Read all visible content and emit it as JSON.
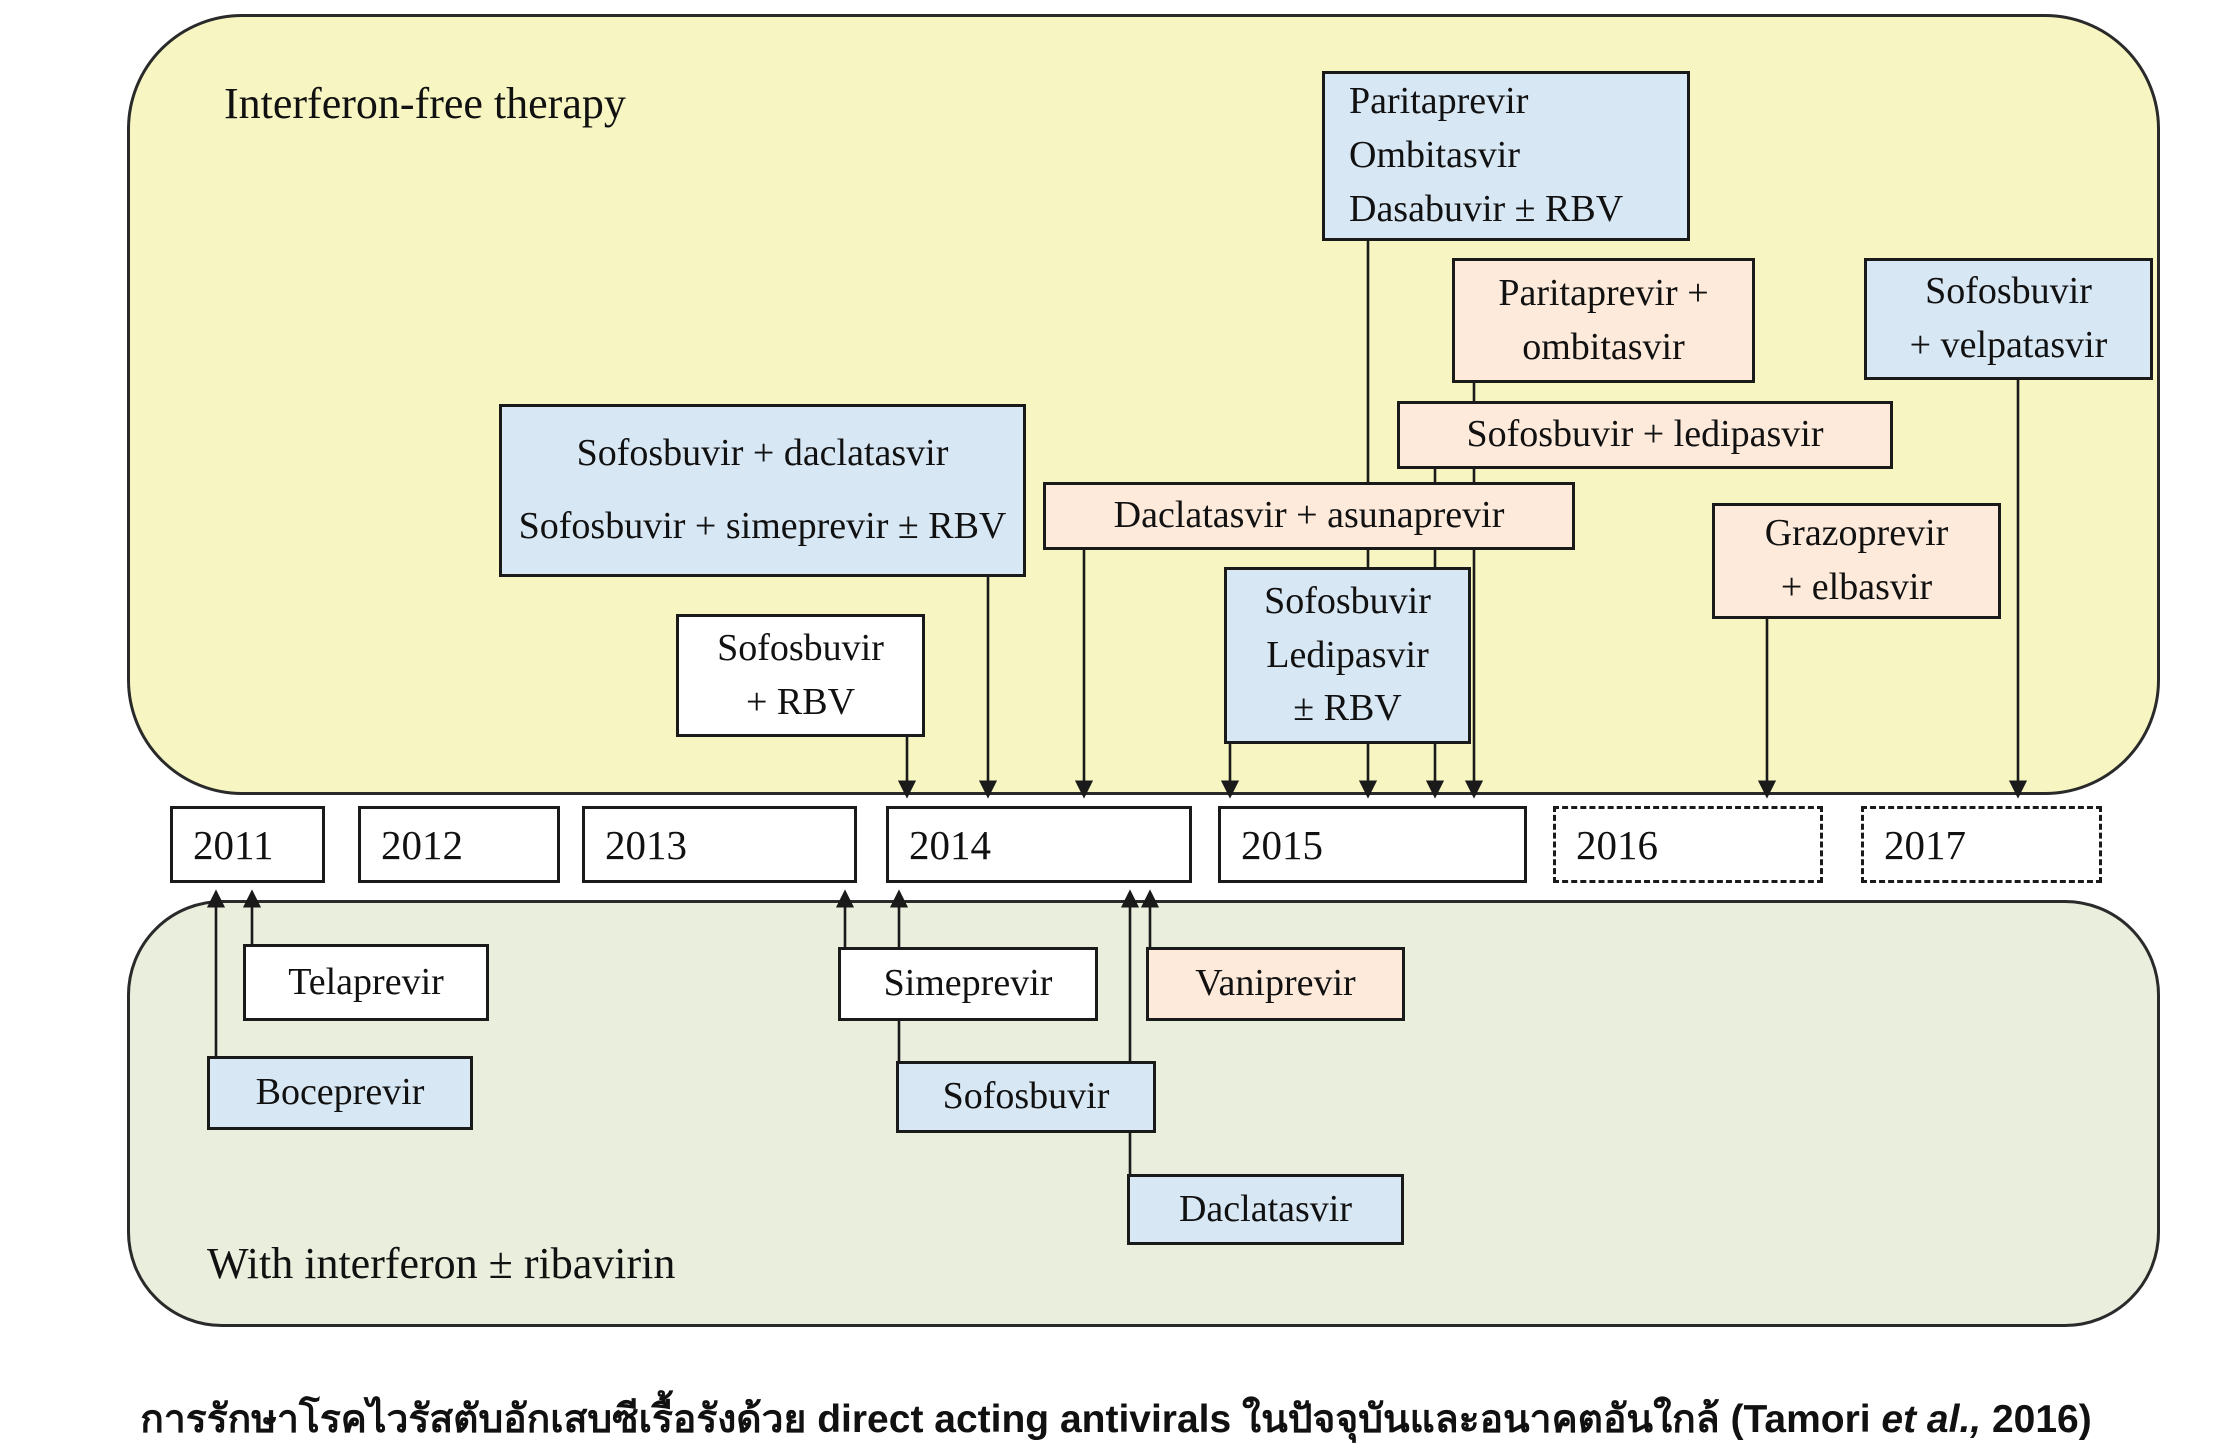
{
  "regions": {
    "interferon_free": {
      "label": "Interferon-free therapy"
    },
    "with_interferon": {
      "label": "With interferon ± ribavirin"
    }
  },
  "timeline": {
    "years": [
      "2011",
      "2012",
      "2013",
      "2014",
      "2015",
      "2016",
      "2017"
    ]
  },
  "colors": {
    "top_region_bg": "#f7f6c2",
    "bottom_region_bg": "#e9eedd",
    "box_blue": "#d8e7f4",
    "box_peach": "#fdeadb",
    "box_white": "#ffffff",
    "border": "#1a1a1a"
  },
  "top_boxes": [
    {
      "id": "paritaprevir-ombitasvir-dasabuvir",
      "lines": [
        "Paritaprevir",
        "Ombitasvir",
        "Dasabuvir ± RBV"
      ]
    },
    {
      "id": "paritaprevir-plus-ombitasvir",
      "lines": [
        "Paritaprevir +",
        "ombitasvir"
      ]
    },
    {
      "id": "sofosbuvir-velpatasvir",
      "lines": [
        "Sofosbuvir",
        "+ velpatasvir"
      ]
    },
    {
      "id": "sofosbuvir-daclatasvir-simeprevir",
      "lines": [
        "Sofosbuvir + daclatasvir",
        "Sofosbuvir + simeprevir ± RBV"
      ]
    },
    {
      "id": "sofosbuvir-ledipasvir",
      "lines": [
        "Sofosbuvir + ledipasvir"
      ]
    },
    {
      "id": "daclatasvir-asunaprevir",
      "lines": [
        "Daclatasvir + asunaprevir"
      ]
    },
    {
      "id": "grazoprevir-elbasvir",
      "lines": [
        "Grazoprevir",
        "+ elbasvir"
      ]
    },
    {
      "id": "sofosbuvir-ledipasvir-rbv",
      "lines": [
        "Sofosbuvir",
        "Ledipasvir",
        "± RBV"
      ]
    },
    {
      "id": "sofosbuvir-rbv",
      "lines": [
        "Sofosbuvir",
        "+ RBV"
      ]
    }
  ],
  "bottom_boxes": [
    {
      "id": "telaprevir",
      "label": "Telaprevir"
    },
    {
      "id": "boceprevir",
      "label": "Boceprevir"
    },
    {
      "id": "simeprevir",
      "label": "Simeprevir"
    },
    {
      "id": "vaniprevir",
      "label": "Vaniprevir"
    },
    {
      "id": "sofosbuvir",
      "label": "Sofosbuvir"
    },
    {
      "id": "daclatasvir",
      "label": "Daclatasvir"
    }
  ],
  "caption": {
    "before_italic": "การรักษาโรคไวรัสตับอักเสบซีเรื้อรังด้วย direct acting antivirals ในปัจจุบันและอนาคตอันใกล้ (Tamori ",
    "italic": "et al.,",
    "after_italic": " 2016)"
  }
}
